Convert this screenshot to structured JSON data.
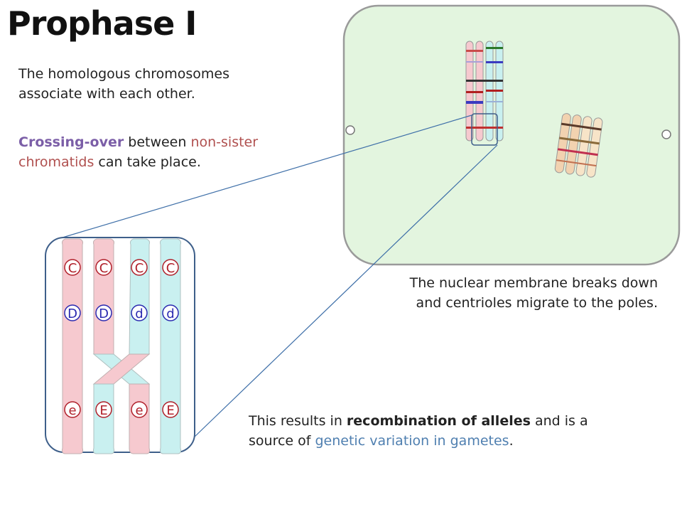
{
  "slide": {
    "title": "Prophase I",
    "para1": {
      "line1": "The homologous chromosomes",
      "line2": "associate with each other."
    },
    "para2": {
      "crossing": "Crossing-over",
      "between": " between ",
      "nonsister": "non-sister",
      "chromatids": "chromatids",
      "rest": " can take place."
    },
    "membrane": {
      "line1": "The nuclear membrane breaks down",
      "line2": "and centrioles migrate to the poles."
    },
    "result": {
      "pre": "This results in ",
      "bold": "recombination of alleles",
      "mid": " and is a",
      "line2pre": "source of ",
      "blue": "genetic variation in gametes",
      "end": "."
    }
  },
  "zoom_alleles": {
    "row1": [
      "C",
      "C",
      "C",
      "C"
    ],
    "row2": [
      "D",
      "D",
      "d",
      "d"
    ],
    "row3": [
      "e",
      "E",
      "e",
      "E"
    ]
  },
  "colors": {
    "cell_fill": "#e3f5df",
    "cell_stroke": "#9a9a9a",
    "pink": "#f6c9cf",
    "cyan": "#c9f0f0",
    "allele_red": "#b0202a",
    "allele_blue": "#2a2ab0",
    "line_blue": "#3e6fa8"
  }
}
